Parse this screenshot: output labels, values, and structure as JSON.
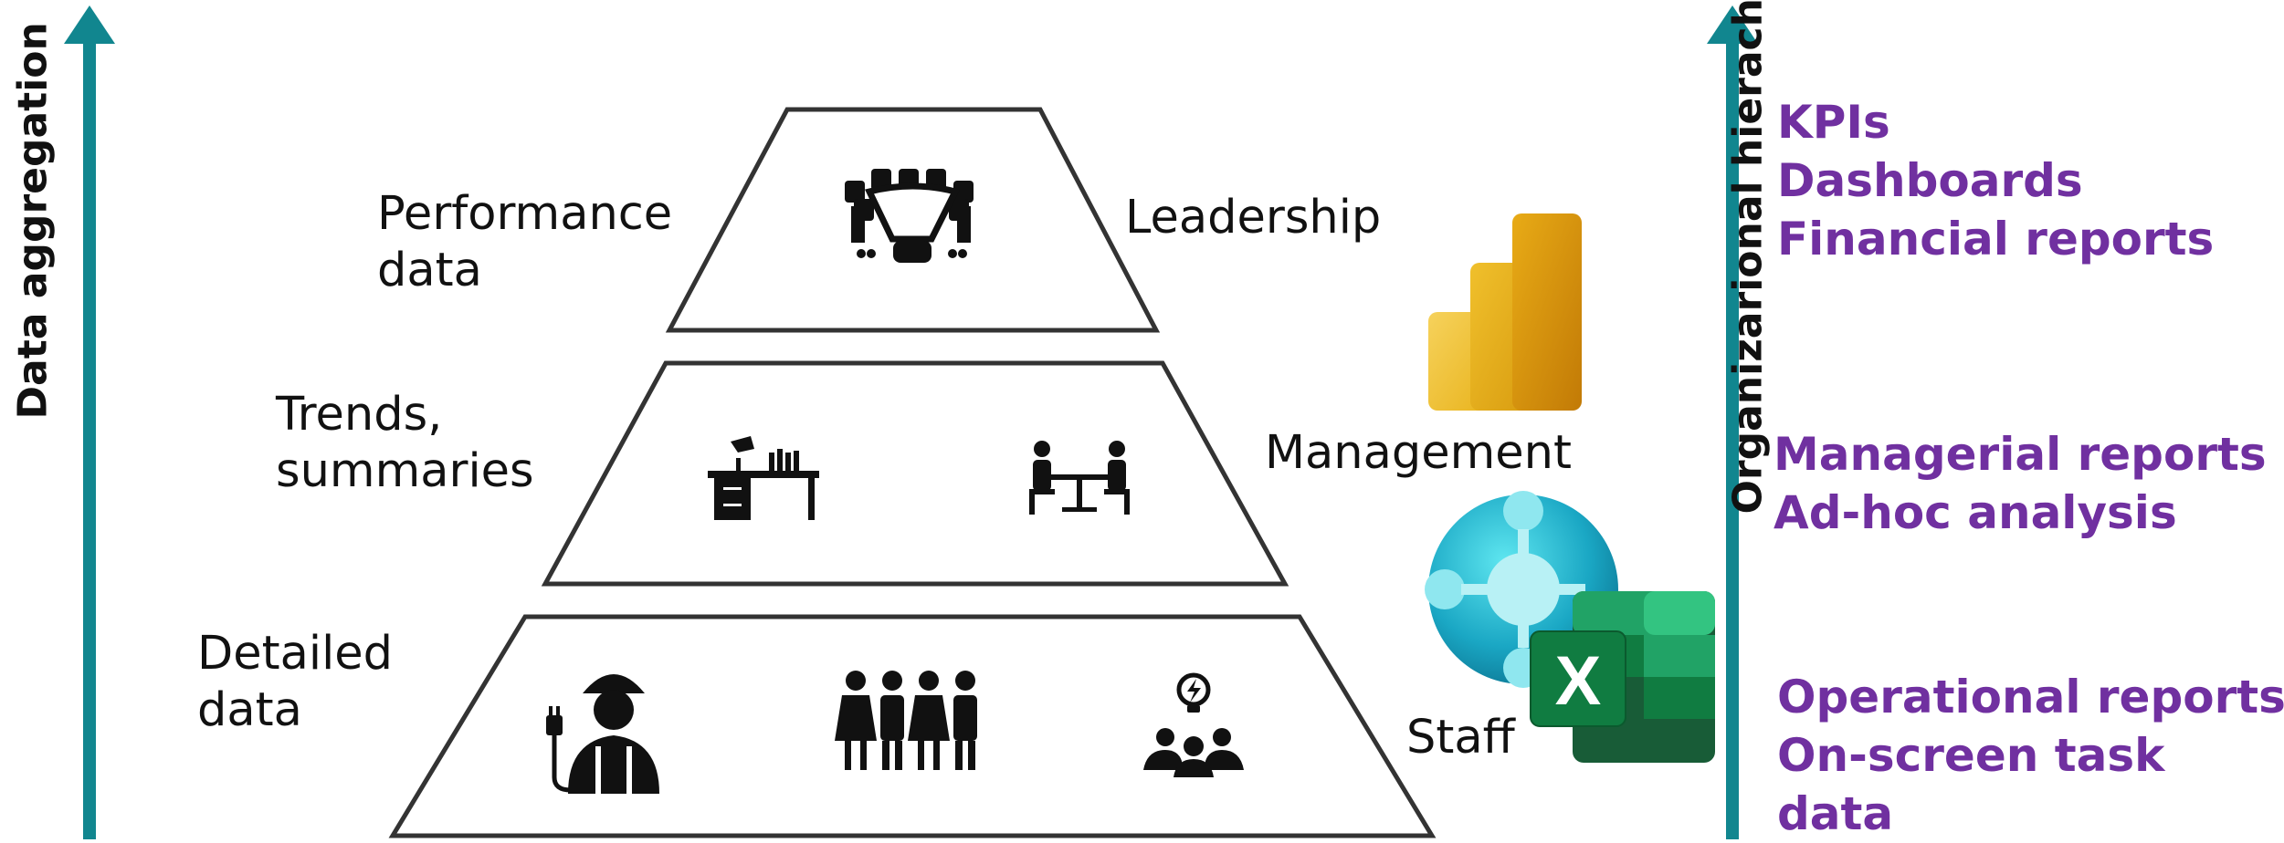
{
  "colors": {
    "arrow": "#11868f",
    "report_text": "#7030a0",
    "outline": "#333333",
    "icon": "#111111"
  },
  "axes": {
    "left_title": "Data aggregation",
    "right_title": "Organizarional hierachy"
  },
  "pyramid": {
    "top": {
      "data_label": [
        "Performance",
        "data"
      ],
      "role": "Leadership",
      "icons": [
        "meeting-table-icon"
      ]
    },
    "middle": {
      "data_label": [
        "Trends,",
        "summaries"
      ],
      "role": "Management",
      "icons": [
        "office-desk-icon",
        "two-people-meeting-icon"
      ]
    },
    "bottom": {
      "data_label": [
        "Detailed",
        "data"
      ],
      "role": "Staff",
      "icons": [
        "worker-with-plug-icon",
        "group-of-people-icon",
        "team-idea-icon"
      ]
    }
  },
  "app_logos": [
    "power-bi-logo",
    "dynamics-365-business-central-logo",
    "excel-logo"
  ],
  "excel_letter": "X",
  "reports": {
    "top": [
      "KPIs",
      "Dashboards",
      "Financial reports"
    ],
    "middle": [
      "Managerial reports",
      "Ad-hoc analysis"
    ],
    "bottom": [
      "Operational reports",
      "On-screen task",
      "data"
    ]
  }
}
